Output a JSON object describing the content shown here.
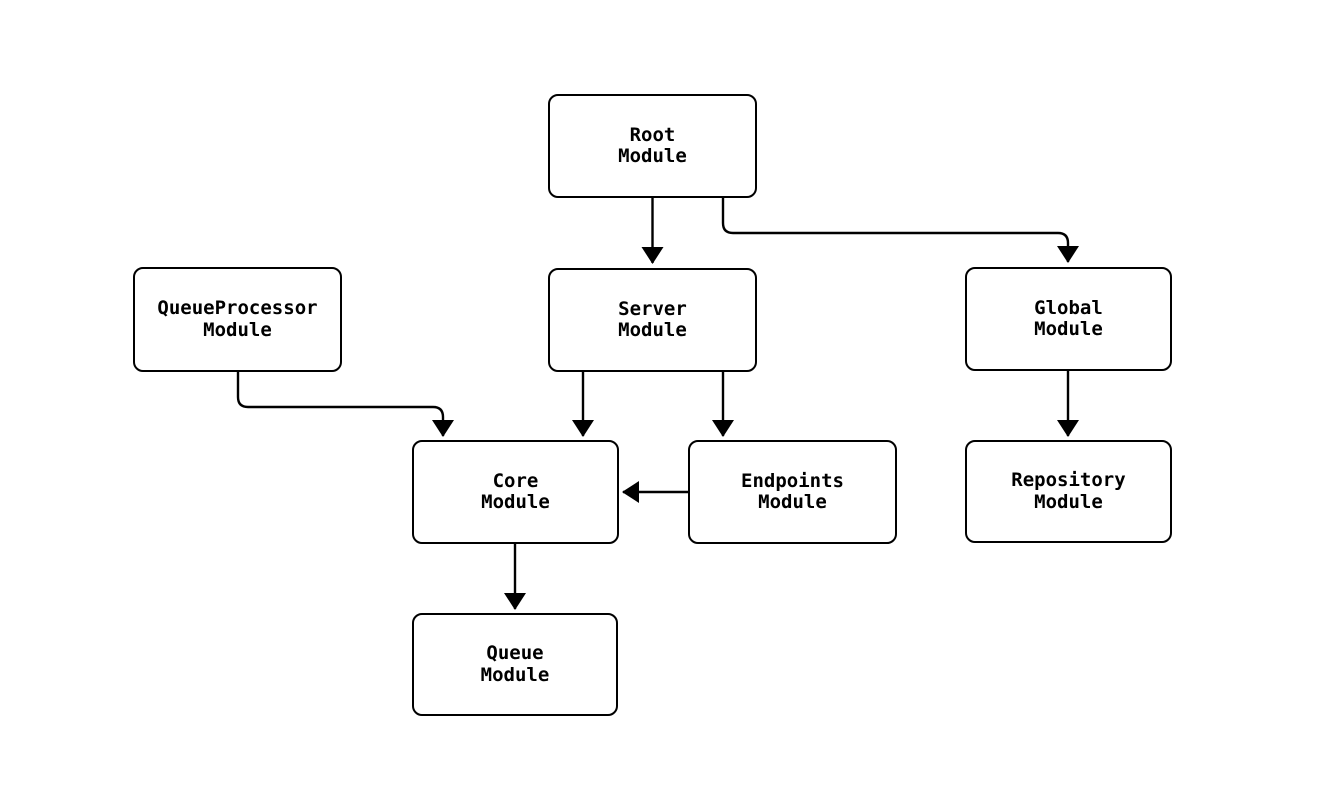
{
  "diagram": {
    "type": "flowchart",
    "background_color": "#ffffff",
    "node_fill_color": "#ffffff",
    "node_border_color": "#000000",
    "edge_color": "#000000",
    "text_color": "#000000",
    "nodes": [
      {
        "id": "root",
        "line1": "Root",
        "line2": "Module"
      },
      {
        "id": "server",
        "line1": "Server",
        "line2": "Module"
      },
      {
        "id": "queueprocessor",
        "line1": "QueueProcessor",
        "line2": "Module"
      },
      {
        "id": "global",
        "line1": "Global",
        "line2": "Module"
      },
      {
        "id": "core",
        "line1": "Core",
        "line2": "Module"
      },
      {
        "id": "endpoints",
        "line1": "Endpoints",
        "line2": "Module"
      },
      {
        "id": "repository",
        "line1": "Repository",
        "line2": "Module"
      },
      {
        "id": "queue",
        "line1": "Queue",
        "line2": "Module"
      }
    ],
    "edges": [
      {
        "from": "root",
        "to": "server"
      },
      {
        "from": "root",
        "to": "global"
      },
      {
        "from": "queueprocessor",
        "to": "core"
      },
      {
        "from": "server",
        "to": "core"
      },
      {
        "from": "server",
        "to": "endpoints"
      },
      {
        "from": "endpoints",
        "to": "core"
      },
      {
        "from": "global",
        "to": "repository"
      },
      {
        "from": "core",
        "to": "queue"
      }
    ]
  }
}
